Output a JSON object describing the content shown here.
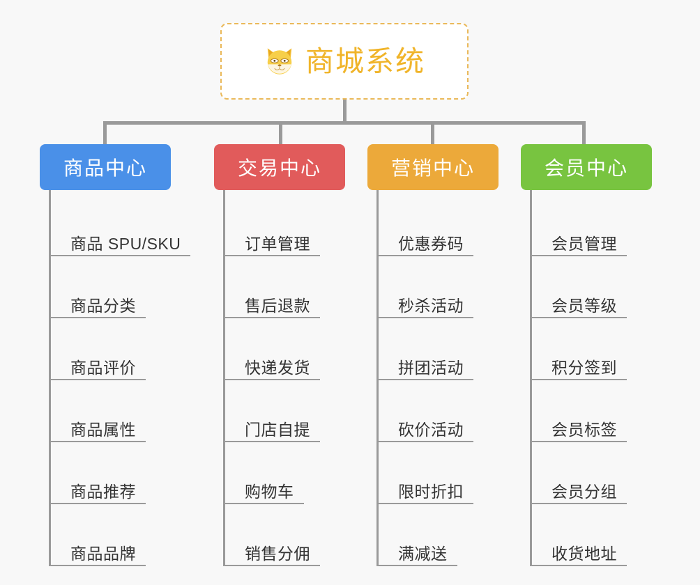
{
  "canvas": {
    "background": "#f8f8f8",
    "connector_color": "#9a9a9a"
  },
  "root": {
    "title": "商城系统",
    "icon": "shiba-dog-icon",
    "border_color": "#eab95a",
    "text_color": "#f0b429",
    "background": "#ffffff"
  },
  "branches": [
    {
      "label": "商品中心",
      "color": "#4a90e8",
      "items": [
        "商品 SPU/SKU",
        "商品分类",
        "商品评价",
        "商品属性",
        "商品推荐",
        "商品品牌"
      ]
    },
    {
      "label": "交易中心",
      "color": "#e15b5b",
      "items": [
        "订单管理",
        "售后退款",
        "快递发货",
        "门店自提",
        "购物车",
        "销售分佣"
      ]
    },
    {
      "label": "营销中心",
      "color": "#eca93a",
      "items": [
        "优惠券码",
        "秒杀活动",
        "拼团活动",
        "砍价活动",
        "限时折扣",
        "满减送"
      ]
    },
    {
      "label": "会员中心",
      "color": "#78c440",
      "items": [
        "会员管理",
        "会员等级",
        "积分签到",
        "会员标签",
        "会员分组",
        "收货地址"
      ]
    }
  ]
}
